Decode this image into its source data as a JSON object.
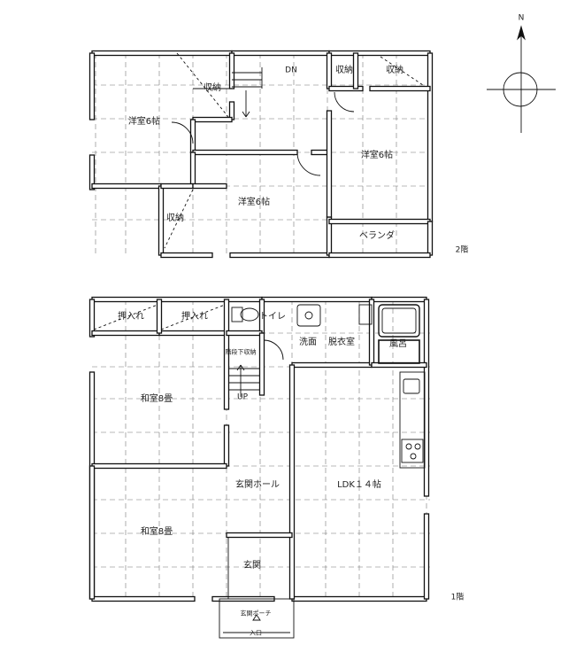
{
  "compass": {
    "north": "N"
  },
  "floors": {
    "second": "2階",
    "first": "1階"
  },
  "rooms2": {
    "nw_room": "洋室6帖",
    "storage_nw": "収納",
    "down": "DN",
    "storage_ne1": "収納",
    "storage_ne2": "収納",
    "east_room": "洋室6帖",
    "center_room": "洋室6帖",
    "storage_sw": "収納",
    "veranda": "ベランダ"
  },
  "rooms1": {
    "closet1": "押入れ",
    "closet2": "押入れ",
    "toilet": "トイレ",
    "washroom": "洗面",
    "dressing": "脱衣室",
    "understairs": "階段下収納",
    "bath": "風呂",
    "up": "UP",
    "washitsu1": "和室8畳",
    "washitsu2": "和室8畳",
    "hall": "玄関ホール",
    "ldk": "LDK１４帖",
    "genkan": "玄関",
    "porch": "玄関ポーチ",
    "entrance": "入口"
  }
}
